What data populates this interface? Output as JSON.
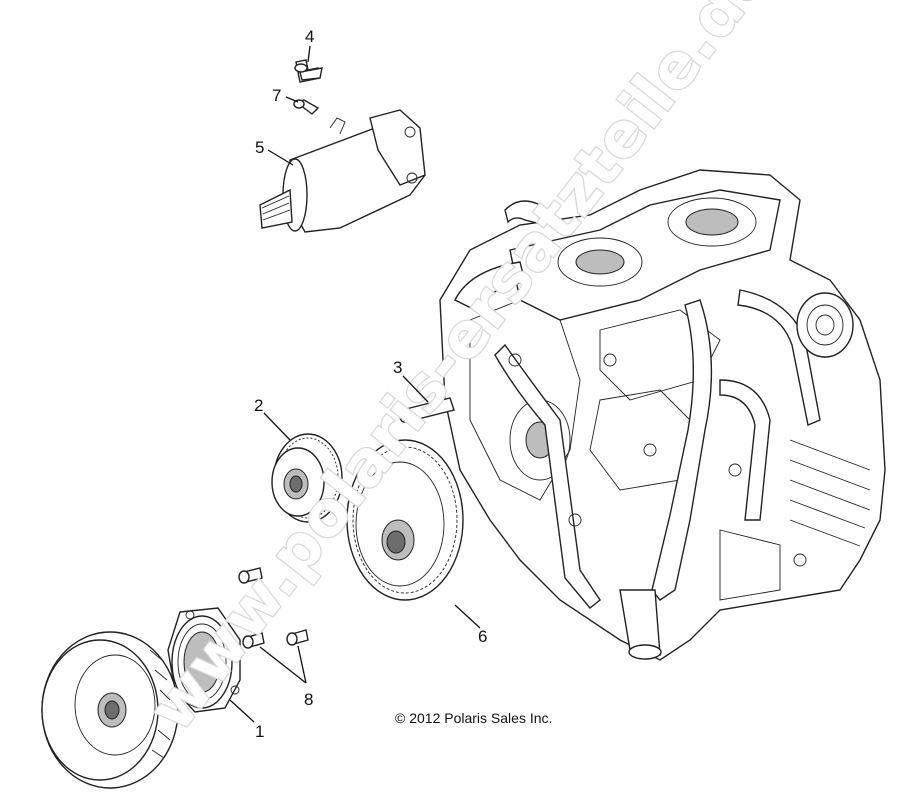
{
  "callouts": [
    {
      "id": "1",
      "label": "1"
    },
    {
      "id": "2",
      "label": "2"
    },
    {
      "id": "3",
      "label": "3"
    },
    {
      "id": "4",
      "label": "4"
    },
    {
      "id": "5",
      "label": "5"
    },
    {
      "id": "6",
      "label": "6"
    },
    {
      "id": "7",
      "label": "7"
    },
    {
      "id": "8",
      "label": "8"
    }
  ],
  "copyright": "© 2012 Polaris Sales Inc.",
  "watermark": "www.polaris-ersatzteile.de"
}
